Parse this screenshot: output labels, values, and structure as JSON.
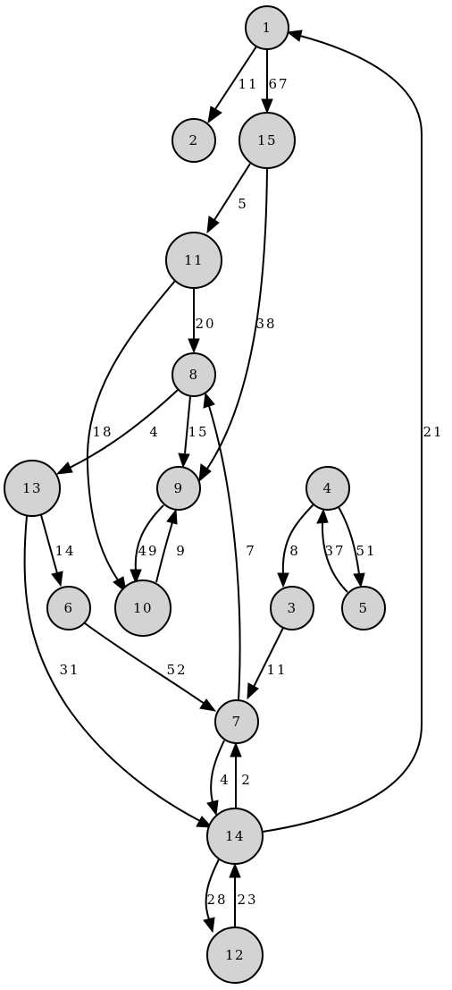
{
  "graph": {
    "nodes": [
      {
        "id": "1",
        "label": "1"
      },
      {
        "id": "2",
        "label": "2"
      },
      {
        "id": "15",
        "label": "15"
      },
      {
        "id": "11",
        "label": "11"
      },
      {
        "id": "8",
        "label": "8"
      },
      {
        "id": "13",
        "label": "13"
      },
      {
        "id": "9",
        "label": "9"
      },
      {
        "id": "4",
        "label": "4"
      },
      {
        "id": "6",
        "label": "6"
      },
      {
        "id": "10",
        "label": "10"
      },
      {
        "id": "3",
        "label": "3"
      },
      {
        "id": "5",
        "label": "5"
      },
      {
        "id": "7",
        "label": "7"
      },
      {
        "id": "14",
        "label": "14"
      },
      {
        "id": "12",
        "label": "12"
      }
    ],
    "edges": [
      {
        "from": "1",
        "to": "2",
        "label": "11"
      },
      {
        "from": "1",
        "to": "15",
        "label": "67"
      },
      {
        "from": "15",
        "to": "11",
        "label": "5"
      },
      {
        "from": "15",
        "to": "9",
        "label": "38"
      },
      {
        "from": "11",
        "to": "8",
        "label": "20"
      },
      {
        "from": "11",
        "to": "10",
        "label": "18"
      },
      {
        "from": "8",
        "to": "13",
        "label": "4"
      },
      {
        "from": "8",
        "to": "9",
        "label": "15"
      },
      {
        "from": "9",
        "to": "10",
        "label": "49"
      },
      {
        "from": "10",
        "to": "9",
        "label": "9"
      },
      {
        "from": "13",
        "to": "6",
        "label": "14"
      },
      {
        "from": "13",
        "to": "14",
        "label": "31"
      },
      {
        "from": "6",
        "to": "7",
        "label": "52"
      },
      {
        "from": "7",
        "to": "8",
        "label": "7"
      },
      {
        "from": "4",
        "to": "3",
        "label": "8"
      },
      {
        "from": "4",
        "to": "5",
        "label": "51"
      },
      {
        "from": "5",
        "to": "4",
        "label": "37"
      },
      {
        "from": "3",
        "to": "7",
        "label": "11"
      },
      {
        "from": "7",
        "to": "14",
        "label": "4"
      },
      {
        "from": "14",
        "to": "7",
        "label": "2"
      },
      {
        "from": "14",
        "to": "12",
        "label": "28"
      },
      {
        "from": "12",
        "to": "14",
        "label": "23"
      },
      {
        "from": "14",
        "to": "1",
        "label": "21"
      }
    ]
  }
}
